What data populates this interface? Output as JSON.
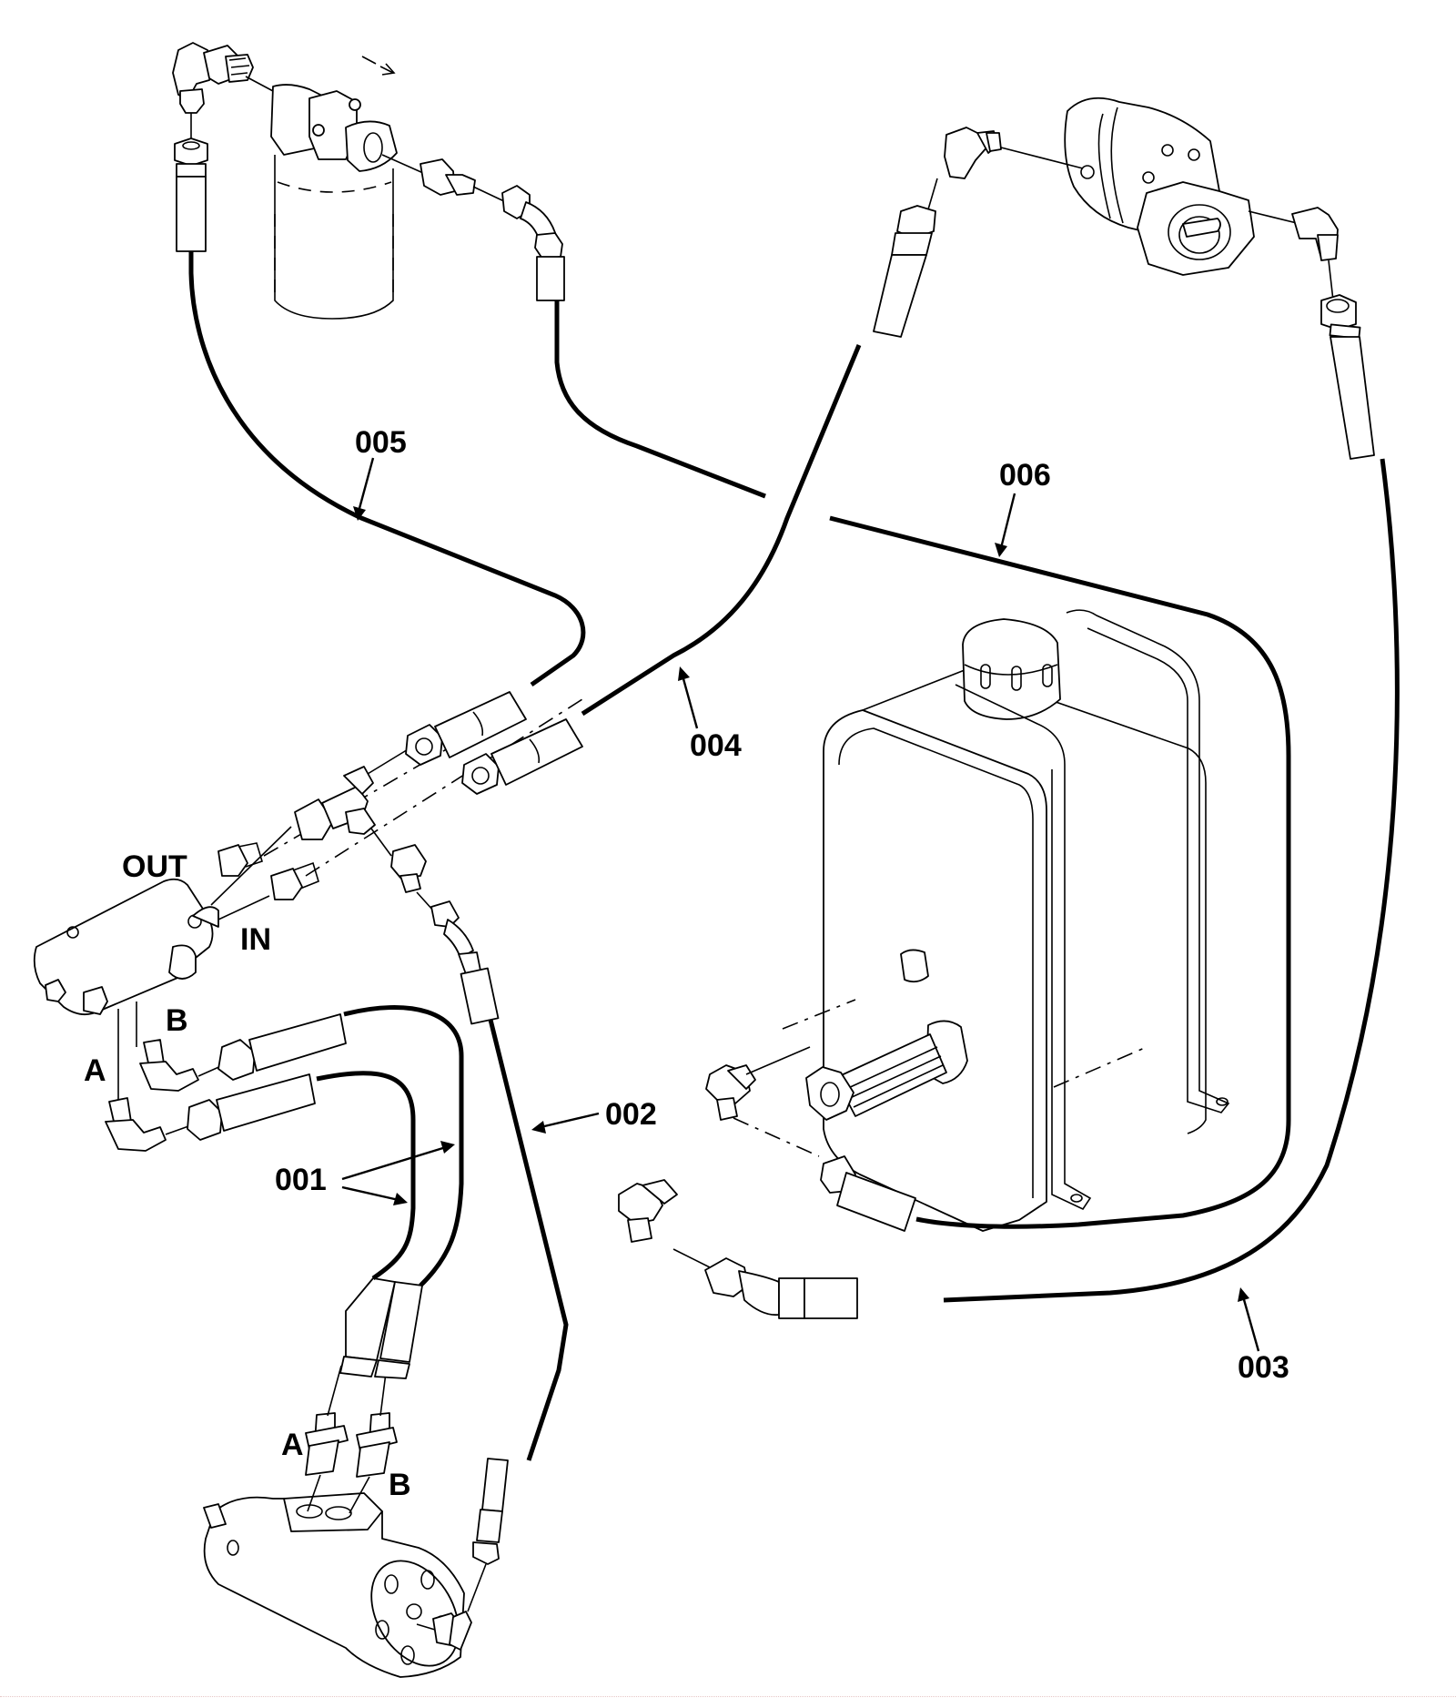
{
  "diagram": {
    "title": "Hydraulic hose routing – exploded view",
    "callouts": [
      {
        "id": "001",
        "text": "001",
        "part": "hoses between valve ports A/B and motor ports A/B"
      },
      {
        "id": "002",
        "text": "002",
        "part": "hose from tee fitting to motor"
      },
      {
        "id": "003",
        "text": "003",
        "part": "hose from pump outlet to tank fitting"
      },
      {
        "id": "004",
        "text": "004",
        "part": "hose from valve IN line to pump inlet"
      },
      {
        "id": "005",
        "text": "005",
        "part": "hose from filter to valve OUT line"
      },
      {
        "id": "006",
        "text": "006",
        "part": "hose from filter to tank"
      }
    ],
    "port_labels": {
      "valve_out": "OUT",
      "valve_in": "IN",
      "valve_a": "A",
      "valve_b": "B",
      "motor_a": "A",
      "motor_b": "B"
    },
    "components": [
      "filter",
      "pump",
      "flow-control-valve",
      "tee-fitting",
      "hydraulic-tank",
      "hydraulic-motor"
    ],
    "colors": {
      "line": "#000000",
      "background": "#ffffff"
    }
  }
}
